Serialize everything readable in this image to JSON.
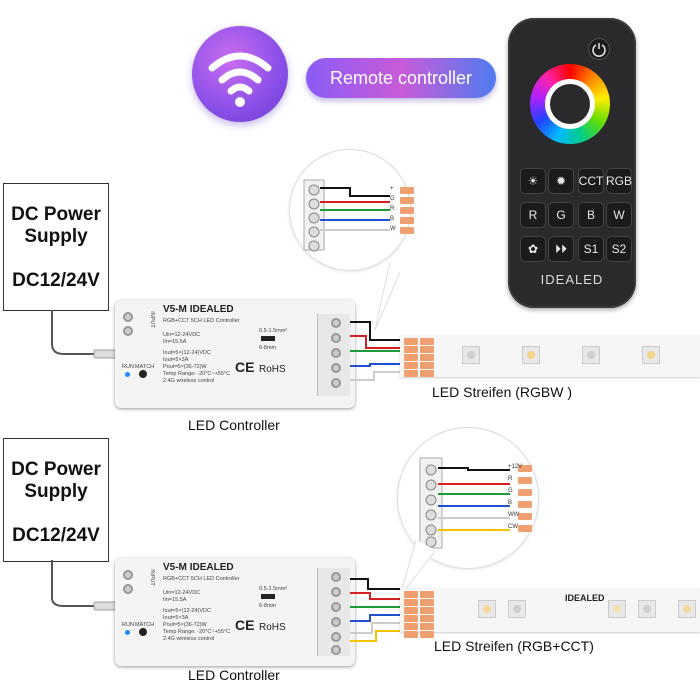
{
  "remote": {
    "label": "Remote controller",
    "brand": "IDEALED",
    "buttons": [
      {
        "label": "☀",
        "name": "brightness-down-button"
      },
      {
        "label": "✹",
        "name": "brightness-up-button"
      },
      {
        "label": "CCT",
        "name": "cct-button"
      },
      {
        "label": "RGB",
        "name": "rgb-button"
      },
      {
        "label": "R",
        "name": "r-button"
      },
      {
        "label": "G",
        "name": "g-button"
      },
      {
        "label": "B",
        "name": "b-button"
      },
      {
        "label": "W",
        "name": "w-button"
      },
      {
        "label": "✿",
        "name": "mode-button"
      },
      {
        "label": "⏵⏵",
        "name": "speed-button"
      },
      {
        "label": "S1",
        "name": "scene1-button"
      },
      {
        "label": "S2",
        "name": "scene2-button"
      }
    ]
  },
  "top": {
    "psu_title": "DC Power Supply",
    "psu_voltage": "DC12/24V",
    "controller_caption": "LED Controller",
    "strip_caption": "LED Streifen (RGBW )",
    "zoom_pins": [
      "+",
      "G",
      "R",
      "B",
      "W"
    ]
  },
  "bottom": {
    "psu_title": "DC Power Supply",
    "psu_voltage": "DC12/24V",
    "controller_caption": "LED Controller",
    "strip_caption": "LED Streifen (RGB+CCT)",
    "zoom_pins": [
      "+12V",
      "R",
      "G",
      "B",
      "WW",
      "CW"
    ],
    "strip_brand": "IDEALED"
  },
  "controller": {
    "model": "V5-M",
    "brand": "IDEALED",
    "subtitle": "RGB+CCT 5CH LED Controller",
    "spec1": "Uin=12-24VDC",
    "spec2": "Iin=15.5A",
    "spec3": "Iout=5×(12-24)VDC",
    "spec4": "Iout=5×3A",
    "spec5": "Pout=5×(36-72)W",
    "spec6": "Temp Range: -20°C~+55°C",
    "spec7": "2.4G wireless control",
    "rohs": "RoHS",
    "ce": "CE",
    "run": "RUN",
    "match": "MATCH",
    "wire_size": "0.5-1.5mm²",
    "strip_len": "6-8mm"
  },
  "colors": {
    "wire_black": "#111111",
    "wire_red": "#d42020",
    "wire_green": "#1f9a3a",
    "wire_blue": "#2050d0",
    "wire_white": "#dddddd",
    "wire_yellow": "#f2c500",
    "accent_purple": "#8a5cf6"
  }
}
